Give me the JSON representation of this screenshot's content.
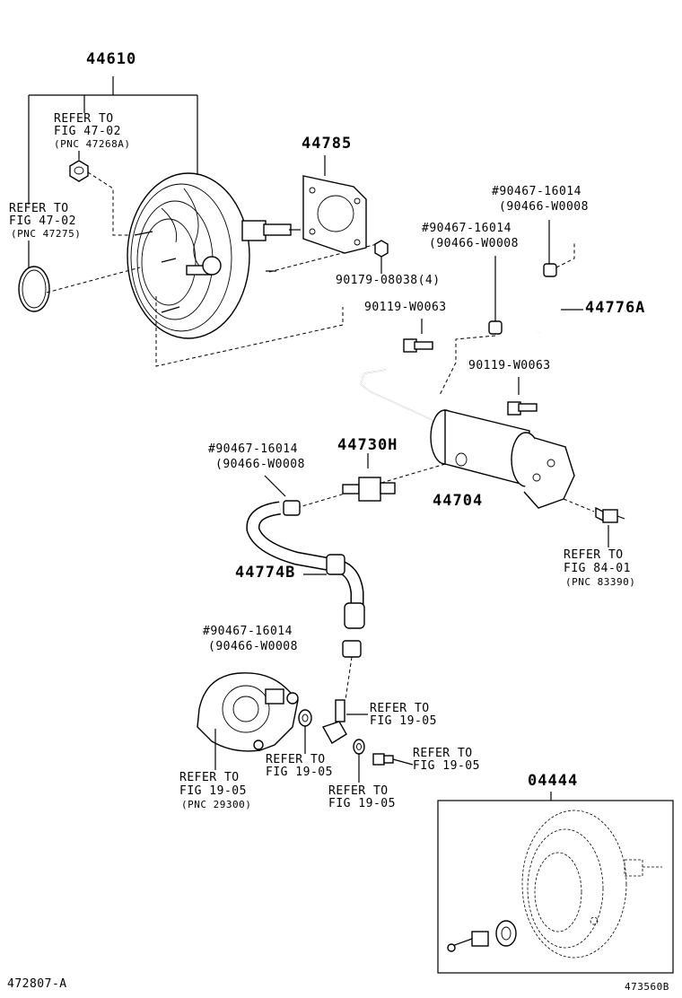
{
  "labels": {
    "p44610": "44610",
    "ref_fig4702a_1": "REFER TO",
    "ref_fig4702a_2": "FIG 47-02",
    "ref_fig4702a_3": "(PNC 47268A)",
    "ref_fig4702b_1": "REFER TO",
    "ref_fig4702b_2": "FIG 47-02",
    "ref_fig4702b_3": "(PNC 47275)",
    "p44785": "44785",
    "p90179": "90179-08038(4)",
    "clip_top_1": "#90467-16014",
    "clip_top_2": "(90466-W0008",
    "clip_mid_1": "#90467-16014",
    "clip_mid_2": "(90466-W0008",
    "p44776A": "44776A",
    "p90119a": "90119-W0063",
    "p90119b": "90119-W0063",
    "clip_left_1": "#90467-16014",
    "clip_left_2": "(90466-W0008",
    "p44730H": "44730H",
    "p44704": "44704",
    "ref_fig8401_1": "REFER TO",
    "ref_fig8401_2": "FIG 84-01",
    "ref_fig8401_3": "(PNC 83390)",
    "p44774B": "44774B",
    "clip_low_1": "#90467-16014",
    "clip_low_2": "(90466-W0008",
    "ref_fig1905a_1": "REFER TO",
    "ref_fig1905a_2": "FIG 19-05",
    "ref_fig1905b_1": "REFER TO",
    "ref_fig1905b_2": "FIG 19-05",
    "ref_fig1905c_1": "REFER TO",
    "ref_fig1905c_2": "FIG 19-05",
    "ref_fig1905d_1": "REFER TO",
    "ref_fig1905d_2": "FIG 19-05",
    "ref_fig1905e_1": "REFER TO",
    "ref_fig1905e_2": "FIG 19-05",
    "ref_fig1905e_3": "(PNC 29300)",
    "p04444": "04444",
    "footer_left": "472807-A",
    "footer_right": "473560B"
  }
}
